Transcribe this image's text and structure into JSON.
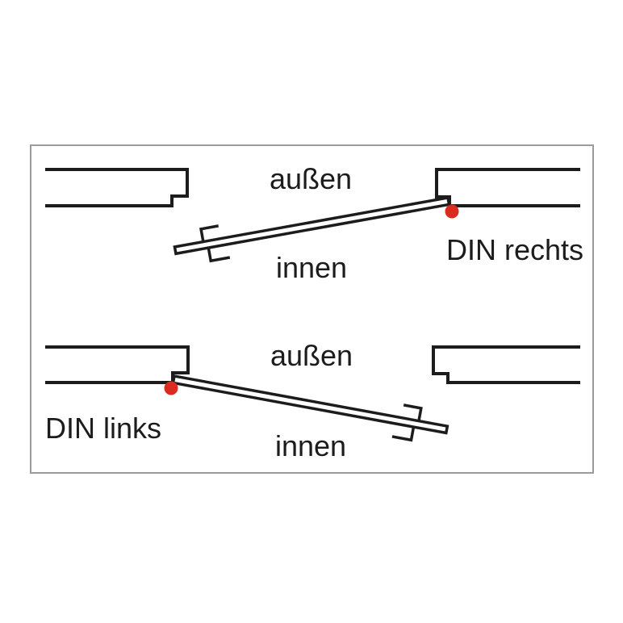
{
  "colors": {
    "line": "#1c1c1c",
    "hinge_dot": "#d92b1f",
    "frame_border": "#9b9b9b",
    "canvas": "#ffffff"
  },
  "top_section": {
    "outside_label": "außen",
    "inside_label": "innen",
    "handing_label": "DIN rechts"
  },
  "bottom_section": {
    "outside_label": "außen",
    "inside_label": "innen",
    "handing_label": "DIN links"
  }
}
